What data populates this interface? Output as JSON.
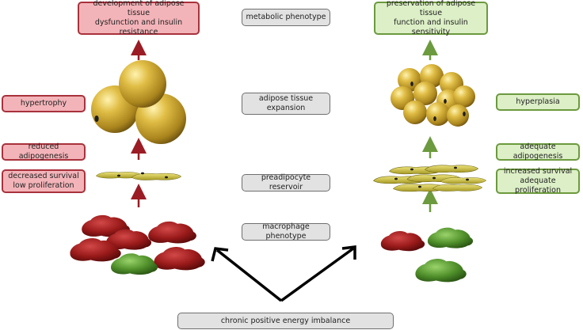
{
  "center_labels": {
    "metabolic": "metabolic phenotype",
    "expansion": "adipose tissue\nexpansion",
    "reservoir": "preadipocyte reservoir",
    "macrophage": "macrophage  phenotype",
    "energy": "chronic positive energy imbalance"
  },
  "left": {
    "outcome": "development  of adipose tissue\ndysfunction and insulin resistance",
    "hypertrophy": "hypertrophy",
    "adipogenesis": "reduced adipogenesis",
    "survival": "decreased survival\nlow proliferation"
  },
  "right": {
    "outcome": "preservation of adipose tissue\nfunction and insulin sensitivity",
    "hyperplasia": "hyperplasia",
    "adipogenesis": "adequate adipogenesis",
    "survival": "increased survival\nadequate proliferation"
  },
  "colors": {
    "left_arrow": "#9b1c24",
    "right_arrow": "#6c9a3e",
    "red_macrophage": "#9a1a1a",
    "green_macrophage": "#4f8f2a",
    "adipocyte": "#c9a634"
  }
}
